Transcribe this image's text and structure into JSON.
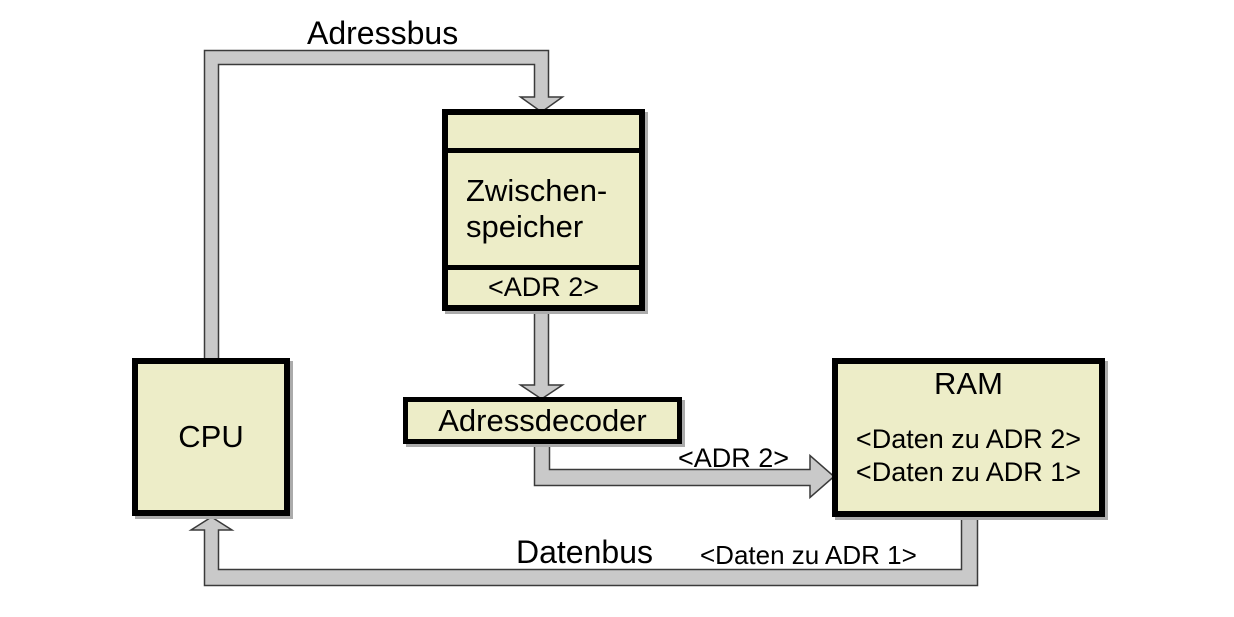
{
  "diagram": {
    "labels": {
      "adressbus": "Adressbus",
      "datenbus": "Datenbus",
      "adr2_on_adressbus": "<ADR 2>",
      "daten_adr1_on_datenbus": "<Daten zu ADR 1>"
    },
    "boxes": {
      "cpu": {
        "label": "CPU"
      },
      "zwischenspeicher": {
        "line1": "Zwischen-",
        "line2": "speicher",
        "address": "<ADR 2>"
      },
      "adressdecoder": {
        "label": "Adressdecoder"
      },
      "ram": {
        "label": "RAM",
        "row1": "<Daten zu ADR 2>",
        "row2": "<Daten zu ADR 1>"
      }
    },
    "colors": {
      "background": "#FFFFFF",
      "text": "#000000",
      "box_fill": "#EDEDC8",
      "box_border": "#000000",
      "bus_fill": "#C9C9C9",
      "bus_outline": "#3A3A3A"
    }
  }
}
